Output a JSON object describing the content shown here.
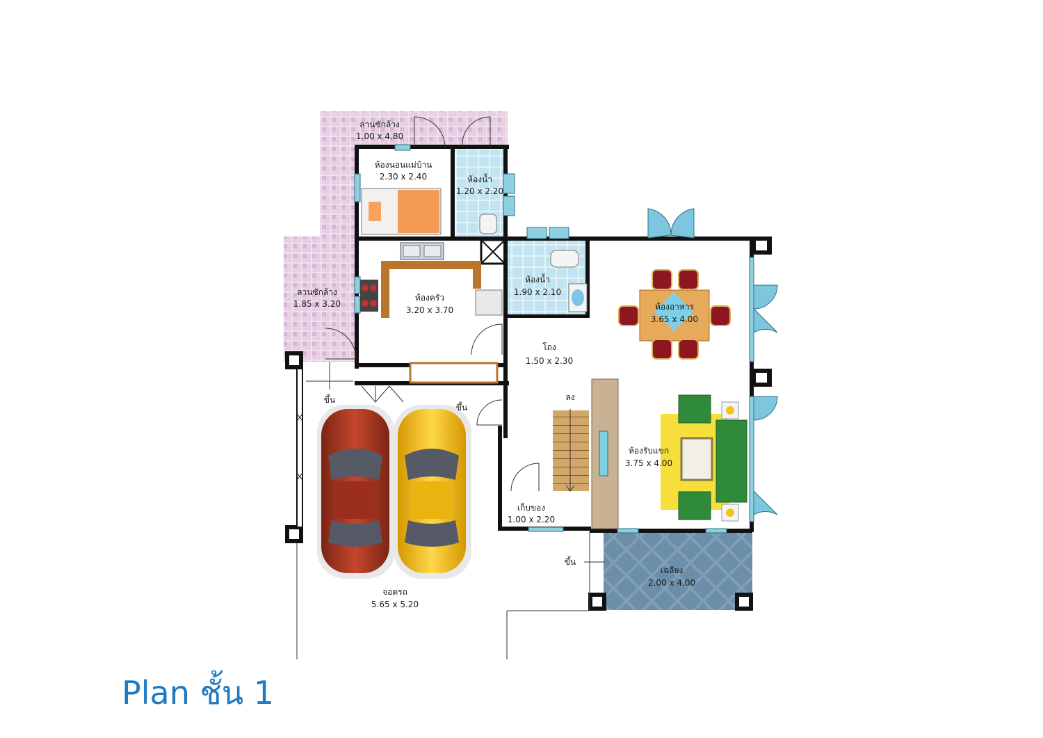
{
  "title": "Plan ชั้น 1",
  "rooms": {
    "laundry_top": {
      "name": "ลานซักล้าง",
      "size": "1.00 x 4.80"
    },
    "maid_room": {
      "name": "ห้องนอนแม่บ้าน",
      "size": "2.30 x 2.40"
    },
    "bath_small": {
      "name": "ห้องน้ำ",
      "size": "1.20 x 2.20"
    },
    "laundry_left": {
      "name": "ลานซักล้าง",
      "size": "1.85 x 3.20"
    },
    "kitchen": {
      "name": "ห้องครัว",
      "size": "3.20 x 3.70"
    },
    "bath_main": {
      "name": "ห้องน้ำ",
      "size": "1.90 x 2.10"
    },
    "dining": {
      "name": "ห้องอาหาร",
      "size": "3.65 x 4.00"
    },
    "hall": {
      "name": "โถง",
      "size": "1.50 x 2.30"
    },
    "living": {
      "name": "ห้องรับแขก",
      "size": "3.75 x 4.00"
    },
    "storage": {
      "name": "เก็บของ",
      "size": "1.00 x 2.20"
    },
    "terrace": {
      "name": "เฉลียง",
      "size": "2.00 x 4.00"
    },
    "garage": {
      "name": "จอดรถ",
      "size": "5.65 x 5.20"
    }
  },
  "markers": {
    "up": "ขึ้น",
    "down": "ลง"
  },
  "colors": {
    "title": "#1f7ac2",
    "wall": "#111111",
    "window": "#8fd0e0",
    "laundry_tile": "#e9d3e4",
    "bath_tile": "#c6e6f2",
    "car_red": "#b03a25",
    "car_yellow": "#f5c218",
    "sofa": "#2f8a3a",
    "rug": "#f7df3b",
    "dining_chair": "#8e1620",
    "terrace_tile": "#7a9db3"
  }
}
